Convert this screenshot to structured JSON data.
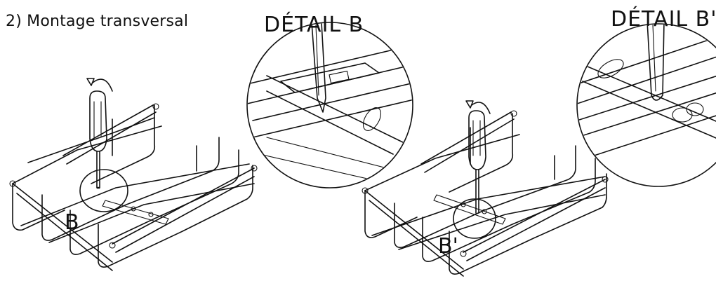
{
  "title": "2) Montage transversal",
  "detail_b_title": "DÉTAIL B",
  "detail_b_prime_title": "DÉTAIL B'",
  "callout_b": "B",
  "callout_b_prime": "B'"
}
